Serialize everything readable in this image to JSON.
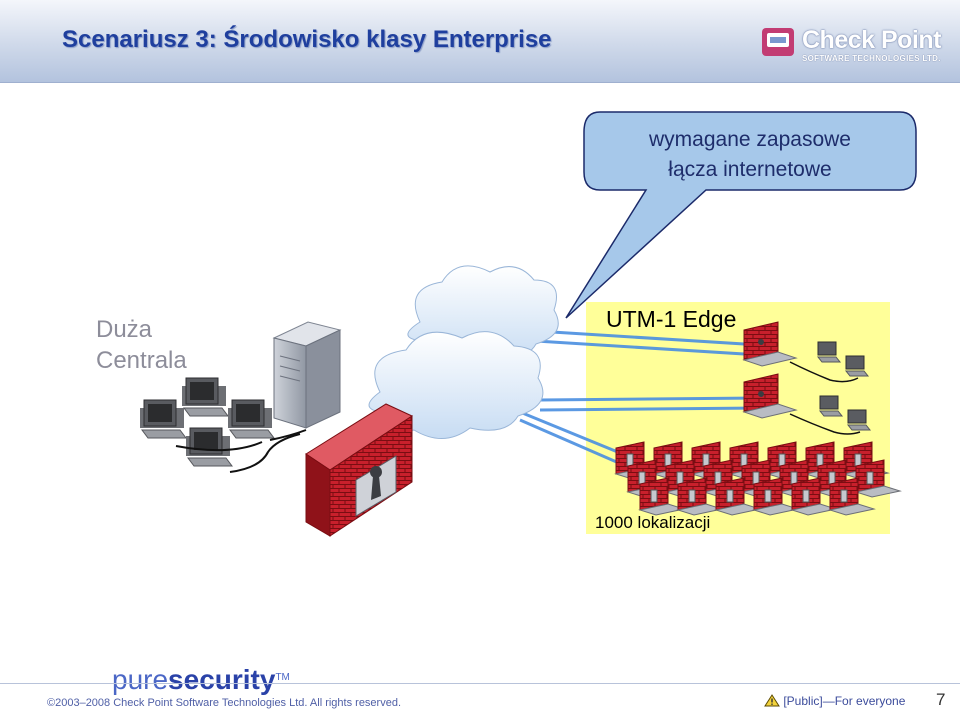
{
  "slide": {
    "title": "Scenariusz 3: Środowisko klasy Enterprise",
    "logo_name": "Check Point",
    "logo_sub": "SOFTWARE TECHNOLOGIES LTD.",
    "callout_line1": "wymagane zapasowe",
    "callout_line2": "łącza internetowe",
    "hq_line1": "Duża",
    "hq_line2": "Centrala",
    "utm_label": "UTM-1 Edge",
    "locations_label": "1000 lokalizacji",
    "brand_pure": "pure",
    "brand_security": "security",
    "brand_tm": "TM",
    "copyright": "©2003–2008 Check Point Software Technologies Ltd. All rights reserved.",
    "classification": "[Public]—For everyone",
    "page_number": "7"
  },
  "colors": {
    "title": "#1f3f9e",
    "callout_fill": "#a6c8ea",
    "site_panel": "#ffff99",
    "firewall_brick": "#c8202c",
    "link": "#4a8fe0",
    "cloud": "#e2eefa"
  },
  "icons": {
    "hq_firewall": "brick-firewall-icon",
    "server": "tower-server-icon",
    "clouds": "internet-cloud-icon",
    "edge_devices": "utm-edge-firewall-icon",
    "workstations": "desktop-computer-icon"
  }
}
